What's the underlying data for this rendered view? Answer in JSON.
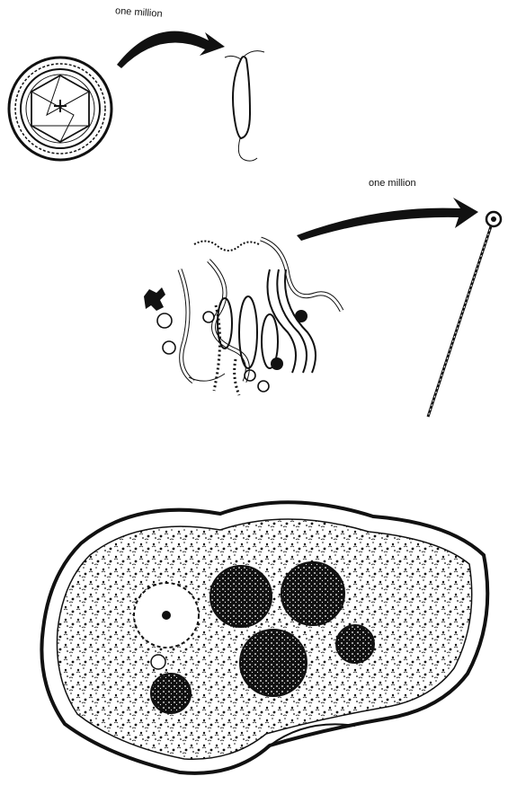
{
  "labels": {
    "top_arrow": "one million",
    "middle_arrow": "one million"
  },
  "colors": {
    "ink": "#111111",
    "background": "#ffffff"
  },
  "figures": [
    {
      "name": "virus-particle"
    },
    {
      "name": "bacterium"
    },
    {
      "name": "cell-organelles-cluster"
    },
    {
      "name": "pin"
    },
    {
      "name": "amoeba-cell"
    }
  ]
}
